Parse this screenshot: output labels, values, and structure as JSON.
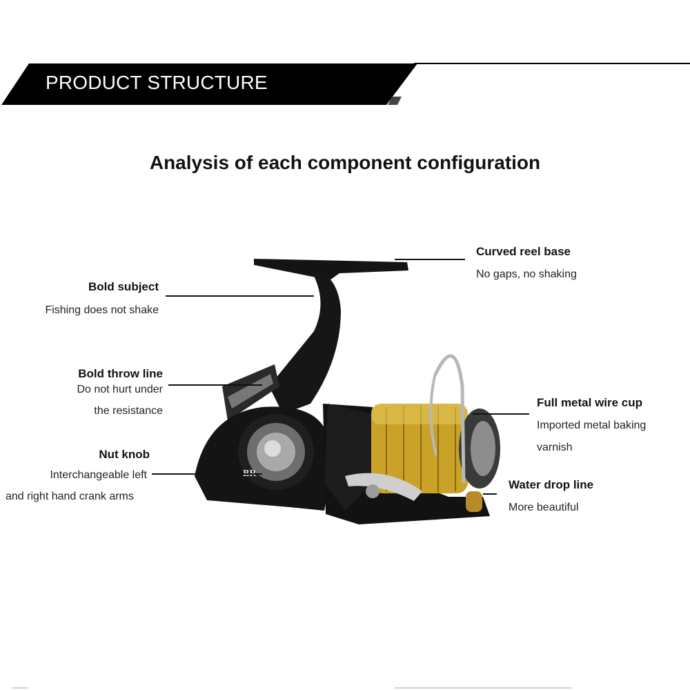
{
  "banner": {
    "title": "PRODUCT STRUCTURE"
  },
  "heading": "Analysis of each component configuration",
  "reel_brand_text": "BR",
  "callouts": {
    "curved_reel_base": {
      "title": "Curved reel base",
      "desc": [
        "No gaps, no shaking"
      ]
    },
    "bold_subject": {
      "title": "Bold subject",
      "desc": [
        "Fishing does not shake"
      ]
    },
    "bold_throw_line": {
      "title": "Bold throw line",
      "desc": [
        "Do not hurt under",
        "the resistance"
      ]
    },
    "full_metal_wire_cup": {
      "title": "Full metal wire cup",
      "desc": [
        "Imported metal baking",
        "varnish"
      ]
    },
    "nut_knob": {
      "title": "Nut knob",
      "desc": [
        "Interchangeable left",
        "and right hand crank arms"
      ]
    },
    "water_drop_line": {
      "title": "Water drop line",
      "desc": [
        "More beautiful"
      ]
    }
  },
  "colors": {
    "banner": "#000000",
    "spool_gold": "#c9a227",
    "body_black": "#111111"
  }
}
